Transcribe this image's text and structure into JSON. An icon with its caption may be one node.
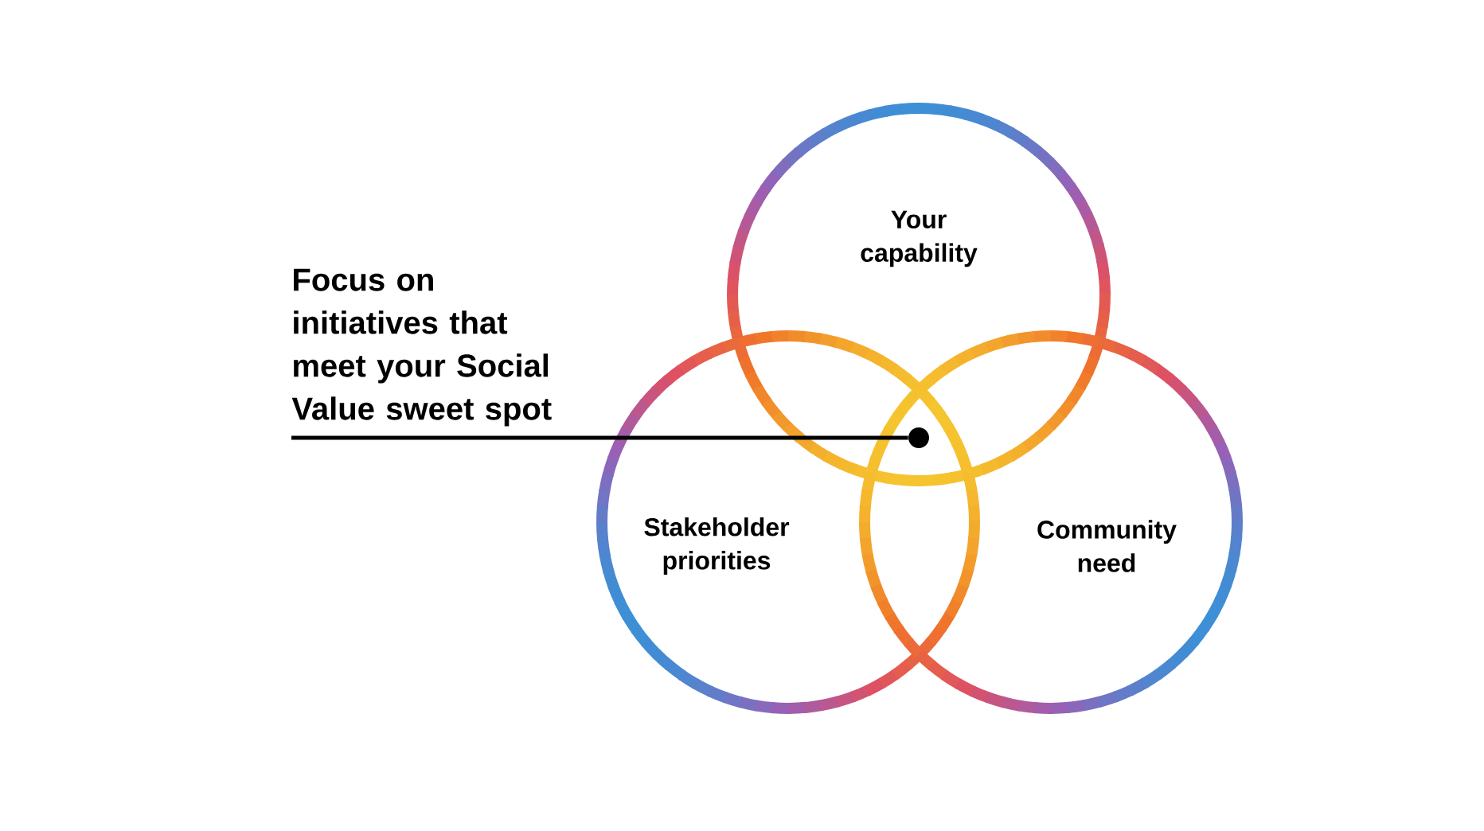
{
  "diagram": {
    "nodes": [
      {
        "text": [
          "Focus on initiatives that meet your Social Value sweet spot"
        ]
      },
      {
        "text": [
          "Your capability"
        ]
      },
      {
        "text": [
          "Stakeholder priorities"
        ]
      },
      {
        "text": [
          "Community need"
        ]
      },
      {
        "text": [],
        "shape": "circle"
      }
    ],
    "edges": [
      {
        "from": 0,
        "to": 4,
        "arrow": "none"
      }
    ]
  }
}
